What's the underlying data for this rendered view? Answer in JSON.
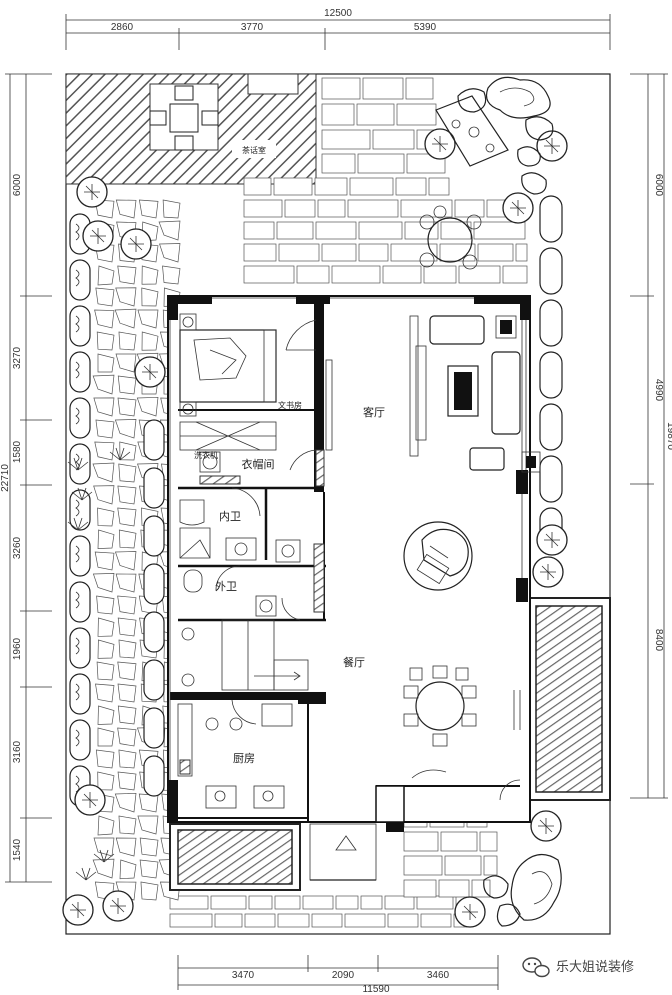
{
  "dimensions": {
    "top_total": "12500",
    "top_segments": [
      "2860",
      "3770",
      "5390"
    ],
    "bottom_total": "11590",
    "bottom_segments": [
      "3470",
      "2090",
      "3460"
    ],
    "left_total": "22710",
    "left_segments": [
      "6000",
      "3270",
      "1580",
      "3260",
      "1960",
      "3160",
      "1540"
    ],
    "right_total": "19870",
    "right_segments": [
      "6000",
      "4990",
      "8400"
    ]
  },
  "rooms": {
    "tea_room": "茶话室",
    "study": "文书房",
    "living": "客厅",
    "closet": "衣帽间",
    "inner_bath": "内卫",
    "outer_bath": "外卫",
    "dining": "餐厅",
    "kitchen": "厨房",
    "small_label": "洗衣机"
  },
  "watermark": {
    "text": "乐大姐说装修",
    "icon": "wechat-icon"
  },
  "colors": {
    "line": "#222222",
    "wall": "#111111",
    "hatch": "#555555"
  }
}
